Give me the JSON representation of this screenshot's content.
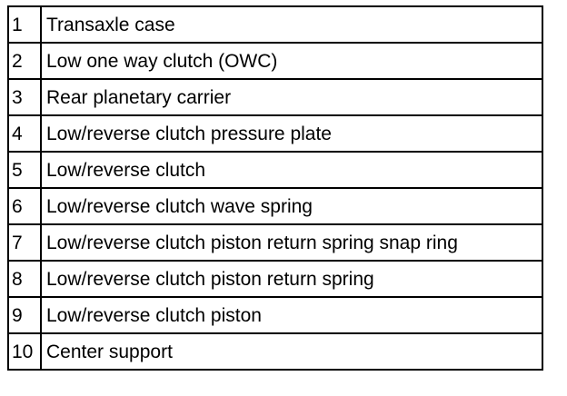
{
  "legend": {
    "rows": [
      {
        "number": "1",
        "description": "Transaxle case"
      },
      {
        "number": "2",
        "description": "Low one way clutch (OWC)"
      },
      {
        "number": "3",
        "description": "Rear planetary carrier"
      },
      {
        "number": "4",
        "description": "Low/reverse clutch pressure plate"
      },
      {
        "number": "5",
        "description": "Low/reverse clutch"
      },
      {
        "number": "6",
        "description": "Low/reverse clutch wave spring"
      },
      {
        "number": "7",
        "description": "Low/reverse clutch piston return spring snap ring"
      },
      {
        "number": "8",
        "description": "Low/reverse clutch piston return spring"
      },
      {
        "number": "9",
        "description": "Low/reverse clutch piston"
      },
      {
        "number": "10",
        "description": "Center support"
      }
    ]
  }
}
